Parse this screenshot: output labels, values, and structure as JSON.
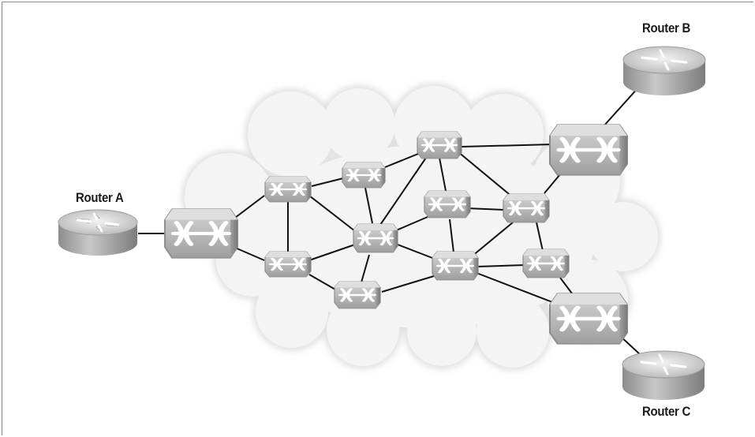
{
  "labels": {
    "router_a": "Router A",
    "router_b": "Router B",
    "router_c": "Router C"
  },
  "colors": {
    "background": "#ffffff",
    "cloud_fill": "#f0f0f0",
    "device_fill": "#bdbdbd",
    "link": "#111111",
    "label": "#1a1a1a"
  },
  "icons": {
    "router": "router-icon",
    "switch": "atm-switch-icon",
    "cloud": "network-cloud"
  }
}
